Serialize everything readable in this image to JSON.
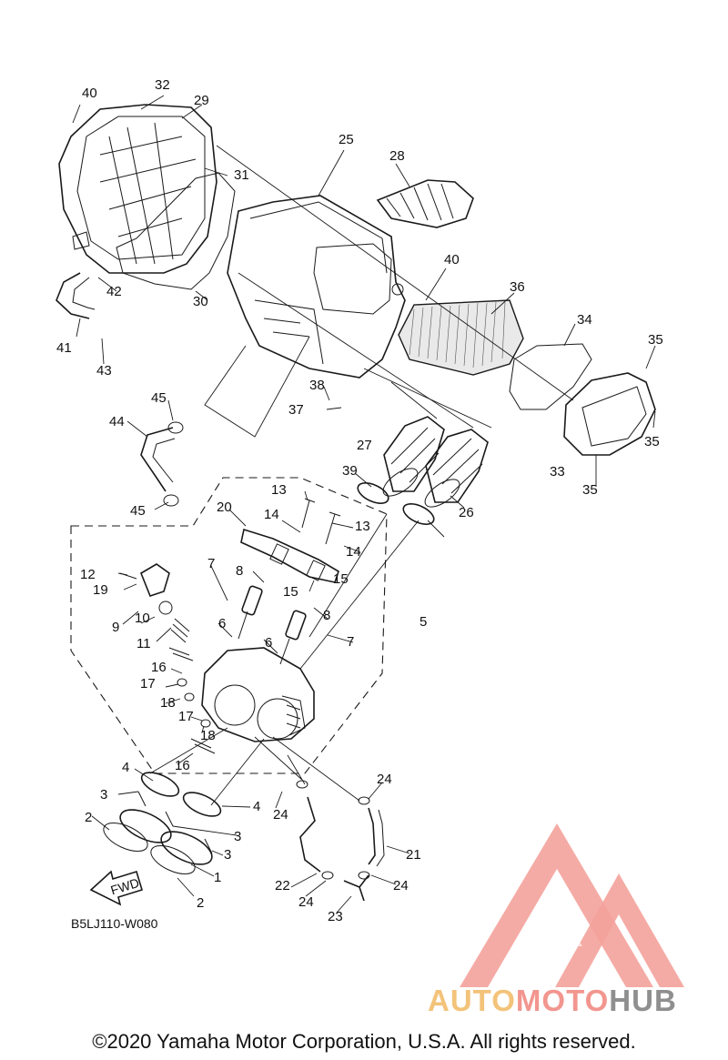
{
  "diagram": {
    "drawing_code": "B5LJ110-W080",
    "fwd_label": "FWD",
    "callouts": [
      "40",
      "32",
      "29",
      "25",
      "28",
      "31",
      "40",
      "36",
      "42",
      "30",
      "34",
      "35",
      "41",
      "43",
      "38",
      "37",
      "45",
      "44",
      "35",
      "27",
      "33",
      "39",
      "26",
      "35",
      "45",
      "13",
      "20",
      "14",
      "13",
      "14",
      "12",
      "19",
      "7",
      "8",
      "15",
      "15",
      "9",
      "10",
      "8",
      "5",
      "11",
      "6",
      "6",
      "7",
      "16",
      "17",
      "18",
      "17",
      "18",
      "16",
      "4",
      "24",
      "3",
      "4",
      "24",
      "2",
      "3",
      "3",
      "21",
      "1",
      "22",
      "24",
      "24",
      "2",
      "23"
    ]
  },
  "watermark": {
    "brand_part1": "AUTO",
    "brand_part2": "MOTO",
    "brand_part3": "HUB",
    "logo_color": "#f2968f",
    "accent_color": "#f3c37a",
    "gray_color": "#8f8f8f"
  },
  "footer": {
    "copyright": "©2020 Yamaha Motor Corporation, U.S.A. All rights reserved."
  }
}
